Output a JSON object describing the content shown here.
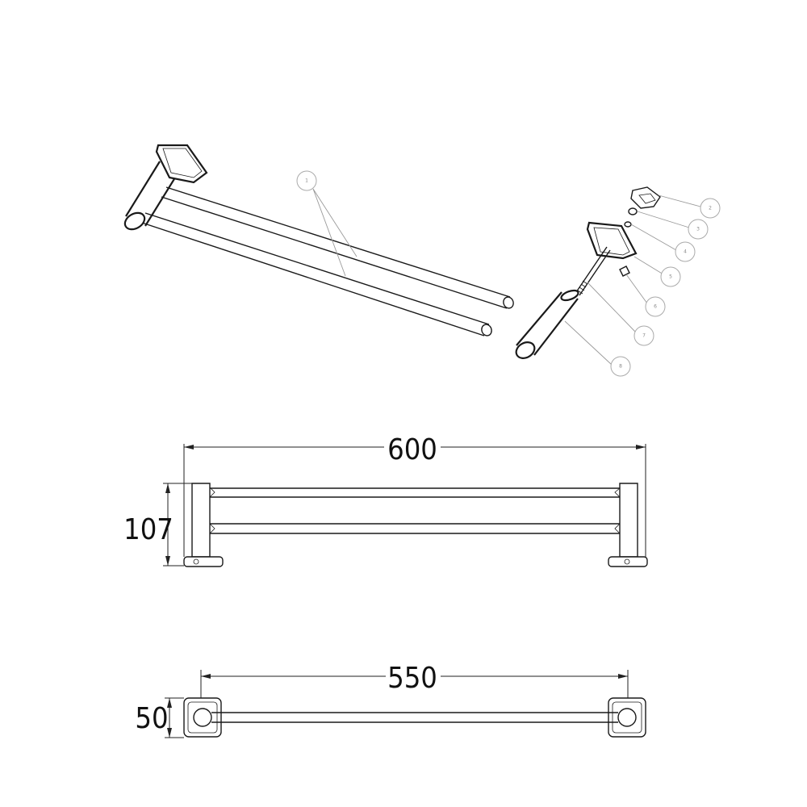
{
  "dimensions": {
    "front_length": "600",
    "front_height": "107",
    "top_length": "550",
    "top_depth": "50"
  },
  "callouts": {
    "rails": "1",
    "bracket_clip": "2",
    "nut_3": "3",
    "washer_4": "4",
    "wall_plate": "5",
    "screw_6": "6",
    "threaded_rod": "7",
    "post_tube": "8"
  },
  "colors": {
    "line": "#1a1a1a",
    "leader": "#9a9a9a",
    "background": "#ffffff"
  }
}
